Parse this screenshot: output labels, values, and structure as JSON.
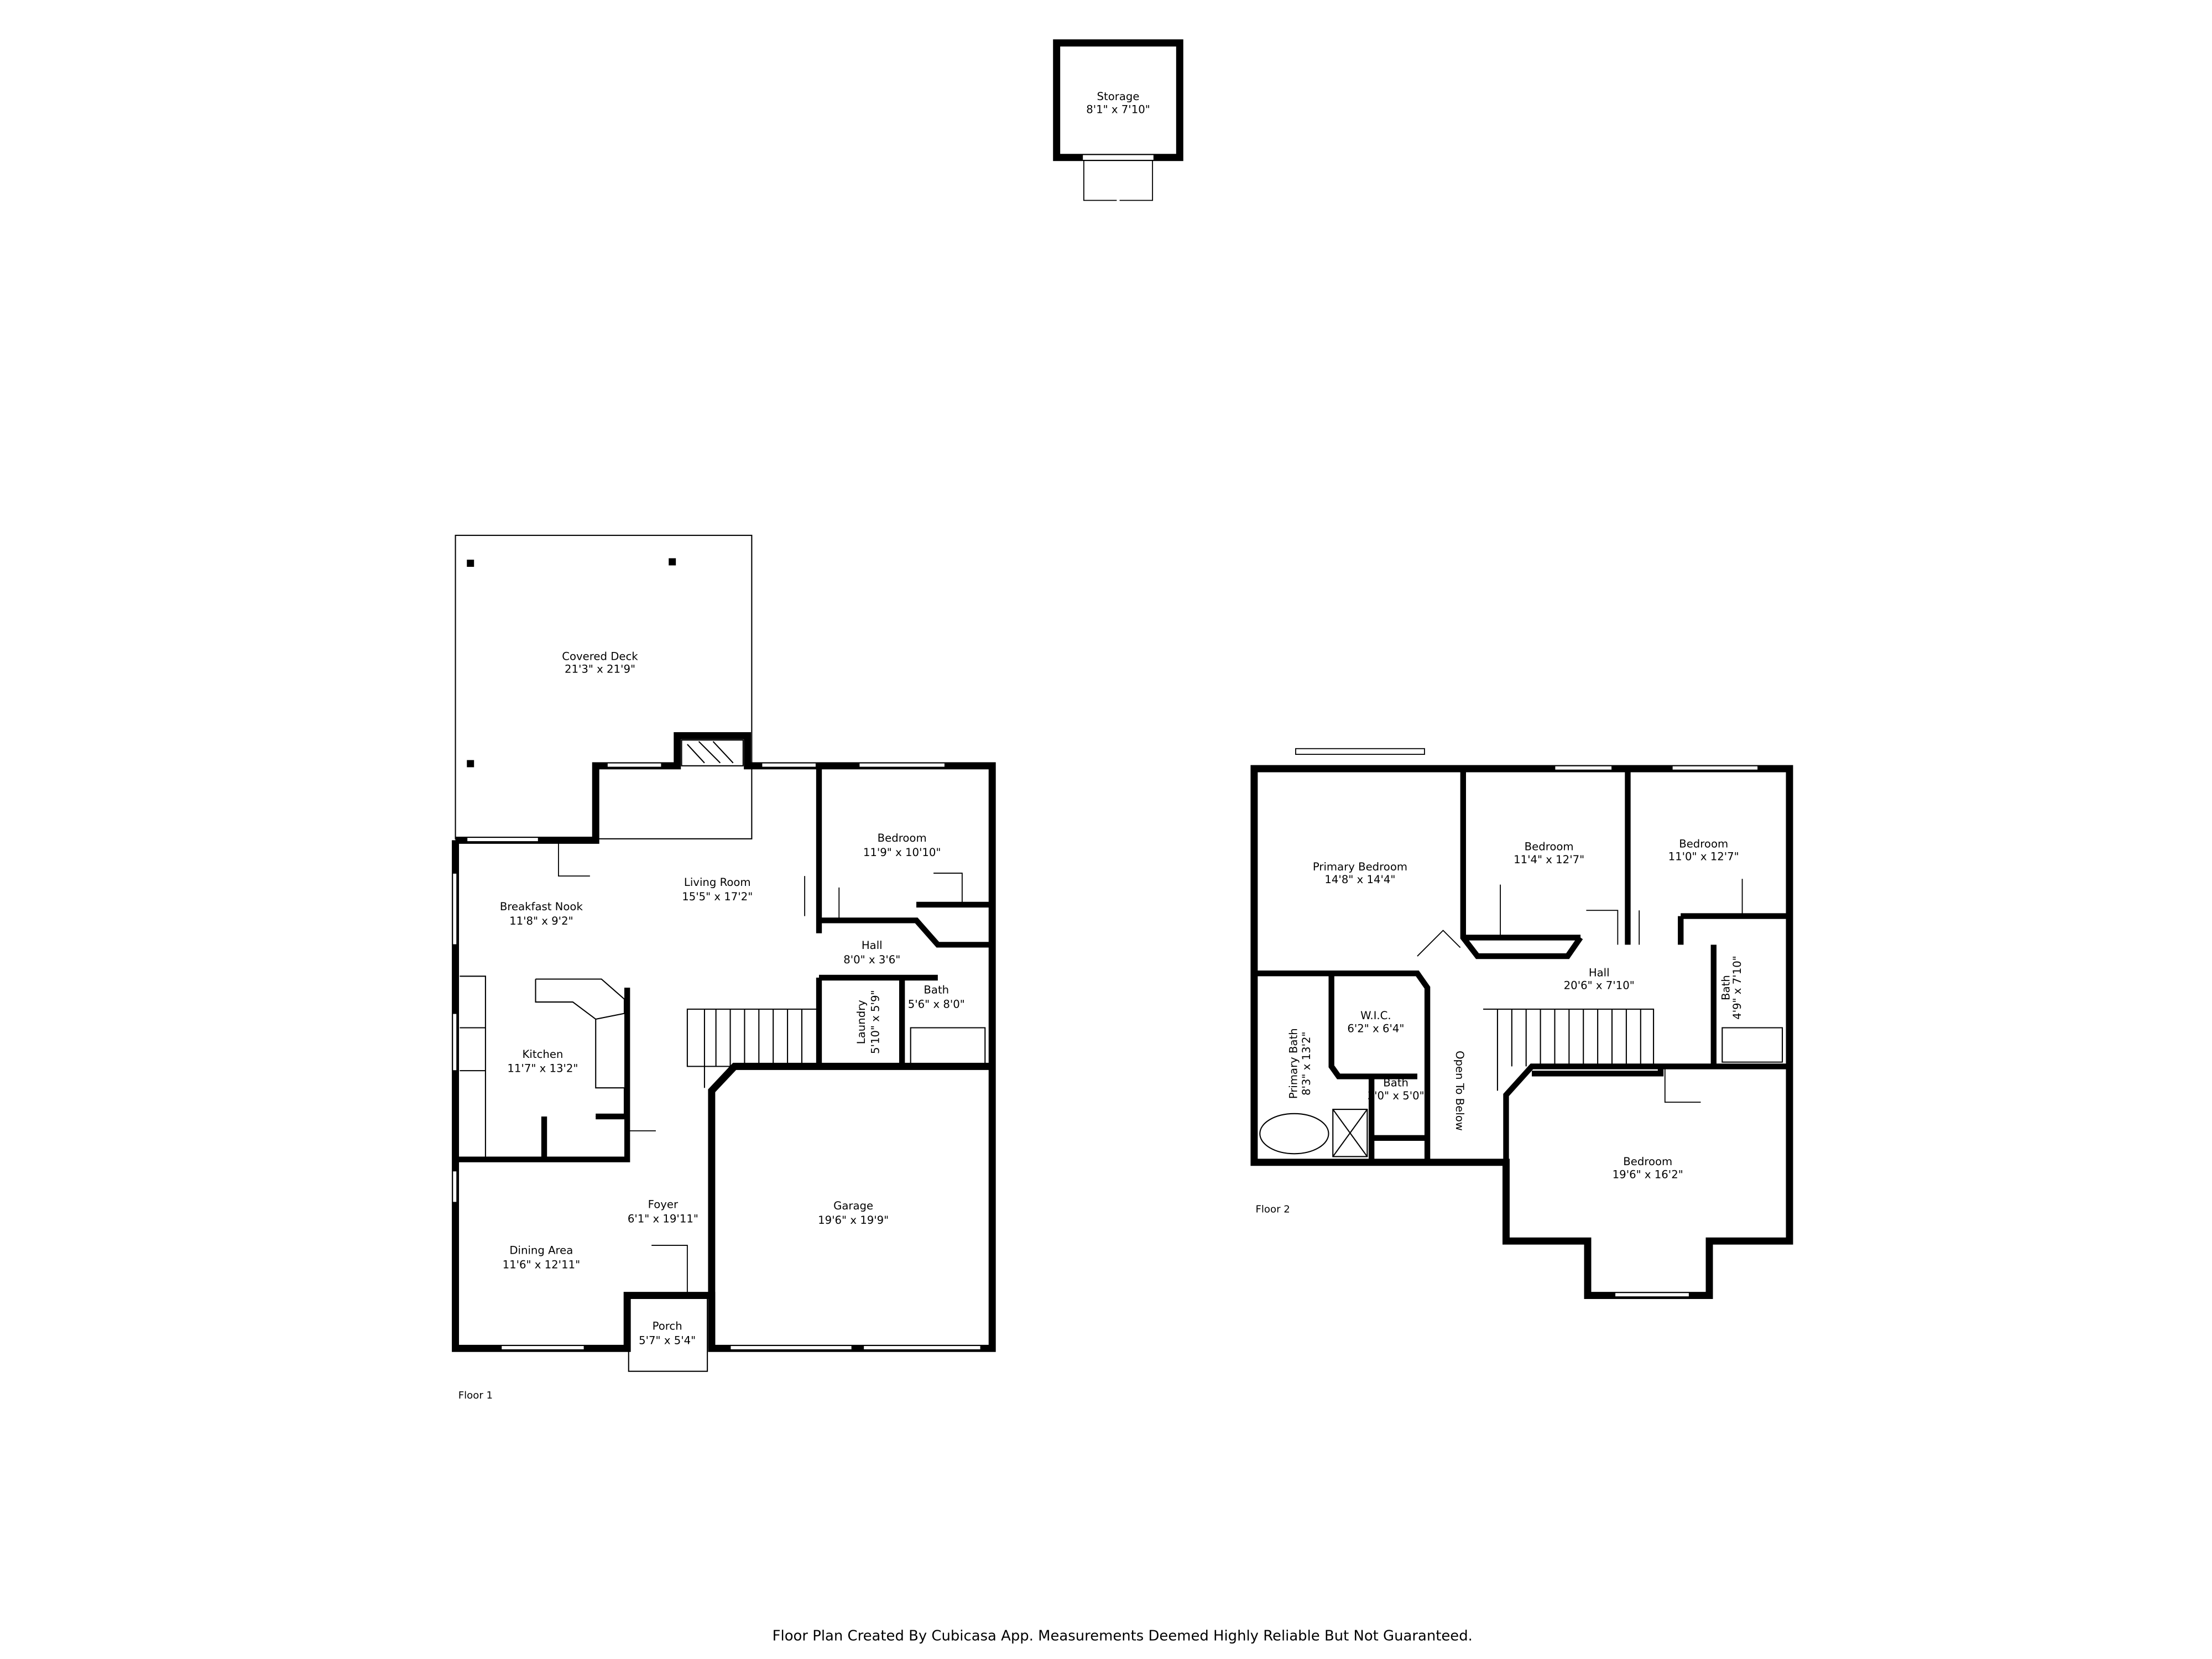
{
  "storage": {
    "name": "Storage",
    "dims": "8'1\" x 7'10\""
  },
  "floor1": {
    "label": "Floor 1",
    "rooms": [
      {
        "name": "Covered Deck",
        "dims": "21'3\" x 21'9\""
      },
      {
        "name": "Living Room",
        "dims": "15'5\" x 17'2\""
      },
      {
        "name": "Bedroom",
        "dims": "11'9\" x 10'10\""
      },
      {
        "name": "Breakfast Nook",
        "dims": "11'8\" x 9'2\""
      },
      {
        "name": "Hall",
        "dims": "8'0\" x 3'6\""
      },
      {
        "name": "Bath",
        "dims": "5'6\" x 8'0\""
      },
      {
        "name": "Laundry",
        "dims": "5'10\" x 5'9\""
      },
      {
        "name": "Kitchen",
        "dims": "11'7\" x 13'2\""
      },
      {
        "name": "Foyer",
        "dims": "6'1\" x 19'11\""
      },
      {
        "name": "Garage",
        "dims": "19'6\" x 19'9\""
      },
      {
        "name": "Dining Area",
        "dims": "11'6\" x 12'11\""
      },
      {
        "name": "Porch",
        "dims": "5'7\" x 5'4\""
      }
    ]
  },
  "floor2": {
    "label": "Floor 2",
    "rooms": [
      {
        "name": "Primary Bedroom",
        "dims": "14'8\" x 14'4\""
      },
      {
        "name": "Bedroom",
        "dims": "11'4\" x 12'7\""
      },
      {
        "name": "Bedroom",
        "dims": "11'0\" x 12'7\""
      },
      {
        "name": "Hall",
        "dims": "20'6\" x 7'10\""
      },
      {
        "name": "W.I.C.",
        "dims": "6'2\" x 6'4\""
      },
      {
        "name": "Primary Bath",
        "dims": "8'3\" x 13'2\""
      },
      {
        "name": "Bath",
        "dims": "3'0\" x 5'0\""
      },
      {
        "name": "Bath",
        "dims": "4'9\" x 7'10\""
      },
      {
        "name": "Open To Below",
        "dims": ""
      },
      {
        "name": "Bedroom",
        "dims": "19'6\" x 16'2\""
      }
    ]
  },
  "footer": "Floor Plan Created By Cubicasa App. Measurements Deemed Highly Reliable But Not Guaranteed."
}
